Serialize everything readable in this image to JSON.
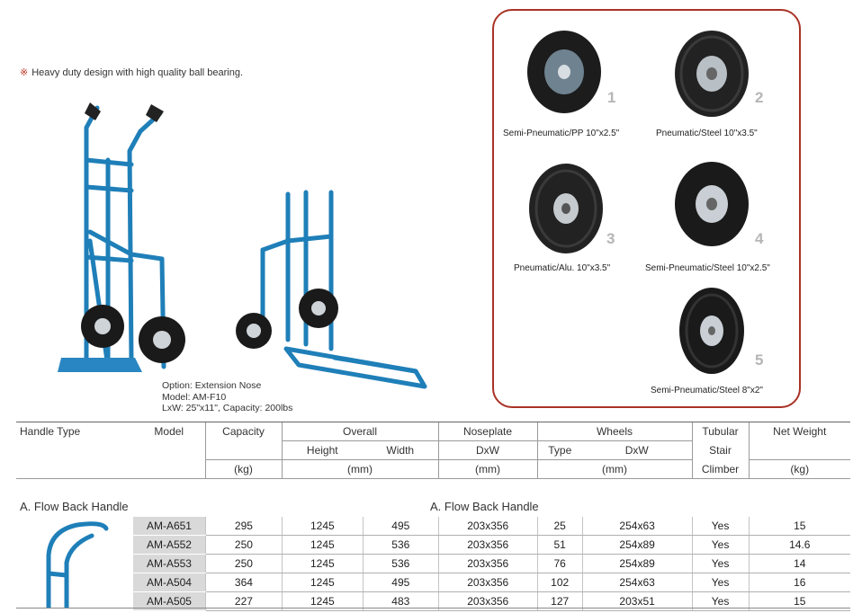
{
  "feature": {
    "bullet": "※",
    "text": "Heavy duty design with high quality ball bearing."
  },
  "option": {
    "line1": "Option: Extension Nose",
    "line2": "Model: AM-F10",
    "line3": "LxW: 25\"x11\", Capacity: 200lbs"
  },
  "wheels": [
    {
      "num": "1",
      "label": "Semi-Pneumatic/PP 10\"x2.5\""
    },
    {
      "num": "2",
      "label": "Pneumatic/Steel 10\"x3.5\""
    },
    {
      "num": "3",
      "label": "Pneumatic/Alu. 10\"x3.5\""
    },
    {
      "num": "4",
      "label": "Semi-Pneumatic/Steel 10\"x2.5\""
    },
    {
      "num": "5",
      "label": "Semi-Pneumatic/Steel 8\"x2\""
    }
  ],
  "header": {
    "handle_type": "Handle Type",
    "model": "Model",
    "capacity": "Capacity",
    "overall": "Overall",
    "noseplate": "Noseplate",
    "wheels": "Wheels",
    "tubular": "Tubular",
    "net_weight": "Net Weight",
    "height": "Height",
    "width": "Width",
    "dxw": "DxW",
    "type": "Type",
    "wheels_dxw": "DxW",
    "stair": "Stair",
    "kg": "(kg)",
    "mm_overall": "(mm)",
    "mm_noseplate": "(mm)",
    "mm_wheels": "(mm)",
    "climber": "Climber",
    "kg2": "(kg)"
  },
  "section": {
    "left_title": "A. Flow Back Handle",
    "center_title": "A. Flow Back Handle"
  },
  "rows": [
    {
      "model": "AM-A651",
      "capacity": "295",
      "height": "1245",
      "width": "495",
      "noseplate": "203x356",
      "type": "25",
      "dxw": "254x63",
      "stair": "Yes",
      "weight": "15"
    },
    {
      "model": "AM-A552",
      "capacity": "250",
      "height": "1245",
      "width": "536",
      "noseplate": "203x356",
      "type": "51",
      "dxw": "254x89",
      "stair": "Yes",
      "weight": "14.6"
    },
    {
      "model": "AM-A553",
      "capacity": "250",
      "height": "1245",
      "width": "536",
      "noseplate": "203x356",
      "type": "76",
      "dxw": "254x89",
      "stair": "Yes",
      "weight": "14"
    },
    {
      "model": "AM-A504",
      "capacity": "364",
      "height": "1245",
      "width": "495",
      "noseplate": "203x356",
      "type": "102",
      "dxw": "254x63",
      "stair": "Yes",
      "weight": "16"
    },
    {
      "model": "AM-A505",
      "capacity": "227",
      "height": "1245",
      "width": "483",
      "noseplate": "203x356",
      "type": "127",
      "dxw": "203x51",
      "stair": "Yes",
      "weight": "15"
    }
  ]
}
